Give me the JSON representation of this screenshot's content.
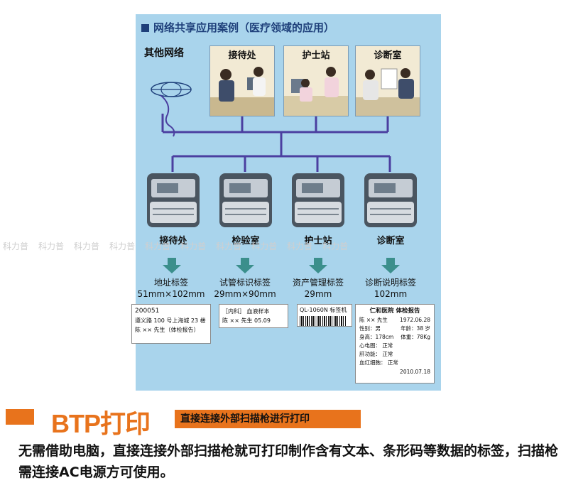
{
  "panel": {
    "title": "网络共享应用案例（医疗领域的应用）",
    "other_network": "其他网络",
    "scenes": [
      {
        "label": "接待处",
        "icon": "reception-scene"
      },
      {
        "label": "护士站",
        "icon": "nurse-station-scene"
      },
      {
        "label": "诊断室",
        "icon": "diagnosis-room-scene"
      }
    ],
    "printers": [
      {
        "label": "接待处",
        "tag_name": "地址标签",
        "tag_size": "51mm×102mm"
      },
      {
        "label": "检验室",
        "tag_name": "试管标识标签",
        "tag_size": "29mm×90mm"
      },
      {
        "label": "护士站",
        "tag_name": "资产管理标签",
        "tag_size": "29mm"
      },
      {
        "label": "诊断室",
        "tag_name": "诊断说明标签",
        "tag_size": "102mm"
      }
    ],
    "label1": {
      "number": "200051",
      "address": "遵义路 100 号上海城 23 楼",
      "name": "陈 ×× 先生（体检报告）"
    },
    "label2": {
      "line1": "［内科］ 血液样本",
      "line2": "陈 ×× 先生  05.09"
    },
    "label3": {
      "text": "QL-1060N 标签机"
    },
    "label4": {
      "header": "仁和医院  体检报告",
      "name": "陈 ×× 先生",
      "dob": "1972.06.28",
      "gender": "性别：男",
      "age": "年龄：38 岁",
      "height": "身高：178cm",
      "weight": "体重：78Kg",
      "ecg_k": "心电图：",
      "ecg_v": "正常",
      "liver_k": "肝功能：",
      "liver_v": "正常",
      "blood_k": "血红细胞：",
      "blood_v": "正常",
      "date": "2010.07.18"
    }
  },
  "watermark": "科力普",
  "section": {
    "title": "BTP打印",
    "tag": "直接连接外部扫描枪进行打印",
    "description": "无需借助电脑，直接连接外部扫描枪就可打印制作含有文本、条形码等数据的标签，扫描枪需连接AC电源方可使用。"
  },
  "colors": {
    "panel_bg": "#a9d4ec",
    "accent": "#e8731c",
    "title_blue": "#1e3f7a",
    "wire": "#4b3fa0"
  }
}
